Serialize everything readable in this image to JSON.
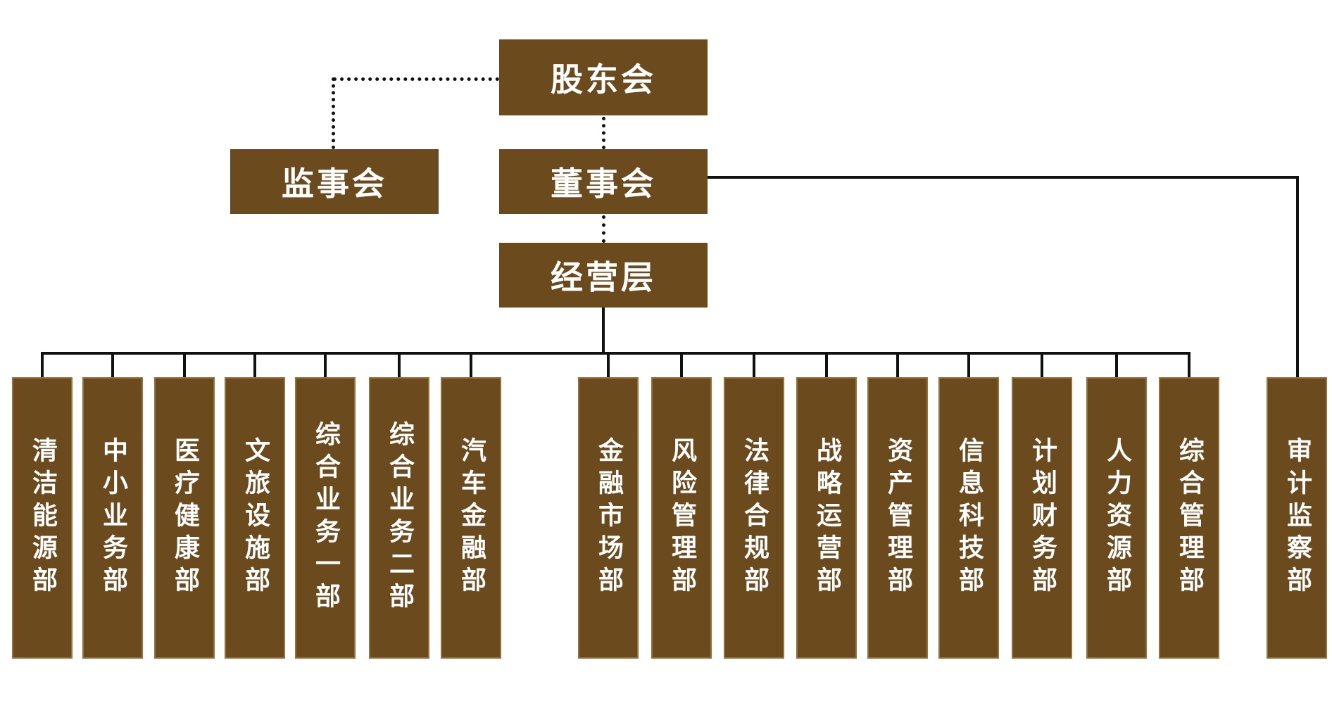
{
  "nodes": {
    "shareholders": "股东会",
    "supervisors": "监事会",
    "board": "董事会",
    "management": "经营层"
  },
  "departments_left": [
    "清洁能源部",
    "中小业务部",
    "医疗健康部",
    "文旅设施部",
    "综合业务一部",
    "综合业务二部",
    "汽车金融部"
  ],
  "departments_right": [
    "金融市场部",
    "风险管理部",
    "法律合规部",
    "战略运营部",
    "资产管理部",
    "信息科技部",
    "计划财务部",
    "人力资源部",
    "综合管理部"
  ],
  "audit_department": "审计监察部",
  "colors": {
    "box_fill": "#6b4a1e",
    "box_border": "#96713c",
    "line": "#111111",
    "text": "#ffffff",
    "background": "#ffffff"
  }
}
